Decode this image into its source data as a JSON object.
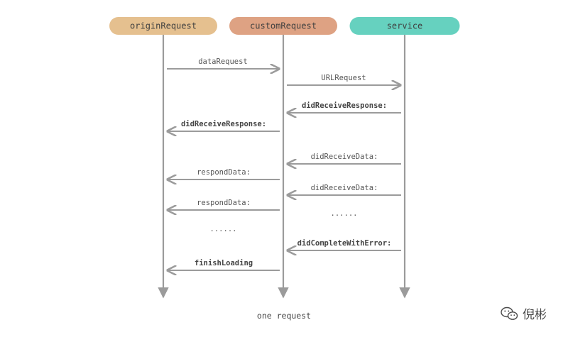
{
  "participants": [
    {
      "label": "originRequest",
      "color": "#e5c08f"
    },
    {
      "label": "customRequest",
      "color": "#dea283"
    },
    {
      "label": "service",
      "color": "#66d1bf"
    }
  ],
  "messages": [
    {
      "label": "dataRequest",
      "from": 0,
      "to": 1,
      "bold": false
    },
    {
      "label": "URLRequest",
      "from": 1,
      "to": 2,
      "bold": false
    },
    {
      "label": "didReceiveResponse:",
      "from": 2,
      "to": 1,
      "bold": true
    },
    {
      "label": "didReceiveResponse:",
      "from": 1,
      "to": 0,
      "bold": true
    },
    {
      "label": "didReceiveData:",
      "from": 2,
      "to": 1,
      "bold": false
    },
    {
      "label": "respondData:",
      "from": 1,
      "to": 0,
      "bold": false
    },
    {
      "label": "didReceiveData:",
      "from": 2,
      "to": 1,
      "bold": false
    },
    {
      "label": "respondData:",
      "from": 1,
      "to": 0,
      "bold": false
    },
    {
      "label": "......",
      "kind": "ellipsis",
      "between": [
        1,
        2
      ]
    },
    {
      "label": "......",
      "kind": "ellipsis",
      "between": [
        0,
        1
      ]
    },
    {
      "label": "didCompleteWithError:",
      "from": 2,
      "to": 1,
      "bold": true
    },
    {
      "label": "finishLoading",
      "from": 1,
      "to": 0,
      "bold": true
    }
  ],
  "footer": "one request",
  "watermark": {
    "icon": "wechat-icon",
    "label": "倪彬"
  },
  "colors": {
    "line": "#9b9b9b",
    "text": "#555555"
  }
}
